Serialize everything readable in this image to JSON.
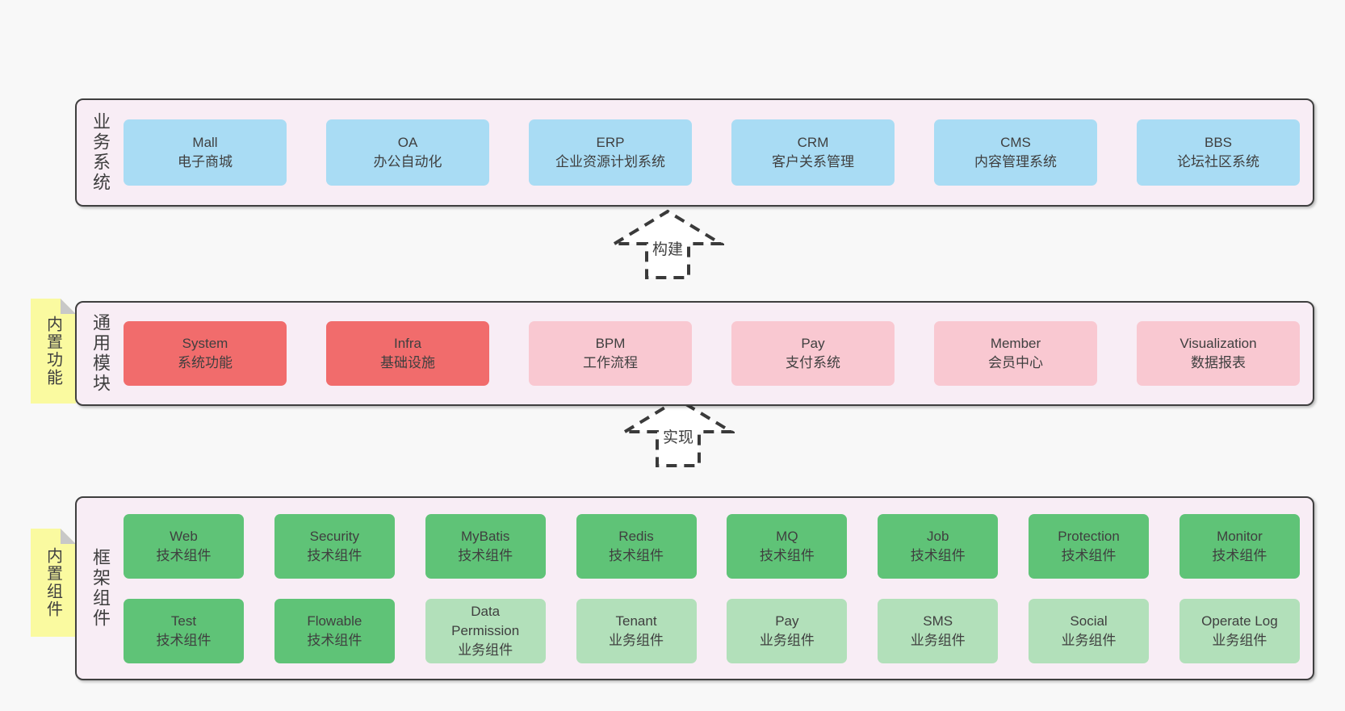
{
  "colors": {
    "page_bg": "#f8f8f8",
    "band_bg": "#f8edf5",
    "band_border": "#3f3f3f",
    "box_blue": "#a9dcf4",
    "box_red": "#f16c6c",
    "box_pink": "#f9c8d1",
    "box_green": "#5fc377",
    "box_green_light": "#b2e0ba",
    "note_yellow": "#fafaa0",
    "note_fold": "#c8c8c8",
    "text": "#3f3f3f"
  },
  "arrows": [
    {
      "label": "构建"
    },
    {
      "label": "实现"
    }
  ],
  "bands": [
    {
      "label": "业务系统",
      "boxes": [
        {
          "en": "Mall",
          "zh": "电子商城",
          "variant": "blue"
        },
        {
          "en": "OA",
          "zh": "办公自动化",
          "variant": "blue"
        },
        {
          "en": "ERP",
          "zh": "企业资源计划系统",
          "variant": "blue"
        },
        {
          "en": "CRM",
          "zh": "客户关系管理",
          "variant": "blue"
        },
        {
          "en": "CMS",
          "zh": "内容管理系统",
          "variant": "blue"
        },
        {
          "en": "BBS",
          "zh": "论坛社区系统",
          "variant": "blue"
        }
      ]
    },
    {
      "label": "通用模块",
      "note": "内置功能",
      "boxes": [
        {
          "en": "System",
          "zh": "系统功能",
          "variant": "red"
        },
        {
          "en": "Infra",
          "zh": "基础设施",
          "variant": "red"
        },
        {
          "en": "BPM",
          "zh": "工作流程",
          "variant": "pink"
        },
        {
          "en": "Pay",
          "zh": "支付系统",
          "variant": "pink"
        },
        {
          "en": "Member",
          "zh": "会员中心",
          "variant": "pink"
        },
        {
          "en": "Visualization",
          "zh": "数据报表",
          "variant": "pink"
        }
      ]
    },
    {
      "label": "框架组件",
      "note": "内置组件",
      "rows": [
        [
          {
            "en": "Web",
            "zh": "技术组件",
            "variant": "green"
          },
          {
            "en": "Security",
            "zh": "技术组件",
            "variant": "green"
          },
          {
            "en": "MyBatis",
            "zh": "技术组件",
            "variant": "green"
          },
          {
            "en": "Redis",
            "zh": "技术组件",
            "variant": "green"
          },
          {
            "en": "MQ",
            "zh": "技术组件",
            "variant": "green"
          },
          {
            "en": "Job",
            "zh": "技术组件",
            "variant": "green"
          },
          {
            "en": "Protection",
            "zh": "技术组件",
            "variant": "green"
          },
          {
            "en": "Monitor",
            "zh": "技术组件",
            "variant": "green"
          }
        ],
        [
          {
            "en": "Test",
            "zh": "技术组件",
            "variant": "green"
          },
          {
            "en": "Flowable",
            "zh": "技术组件",
            "variant": "green"
          },
          {
            "en": "Data Permission",
            "zh": "业务组件",
            "variant": "green-light"
          },
          {
            "en": "Tenant",
            "zh": "业务组件",
            "variant": "green-light"
          },
          {
            "en": "Pay",
            "zh": "业务组件",
            "variant": "green-light"
          },
          {
            "en": "SMS",
            "zh": "业务组件",
            "variant": "green-light"
          },
          {
            "en": "Social",
            "zh": "业务组件",
            "variant": "green-light"
          },
          {
            "en": "Operate Log",
            "zh": "业务组件",
            "variant": "green-light"
          }
        ]
      ]
    }
  ]
}
